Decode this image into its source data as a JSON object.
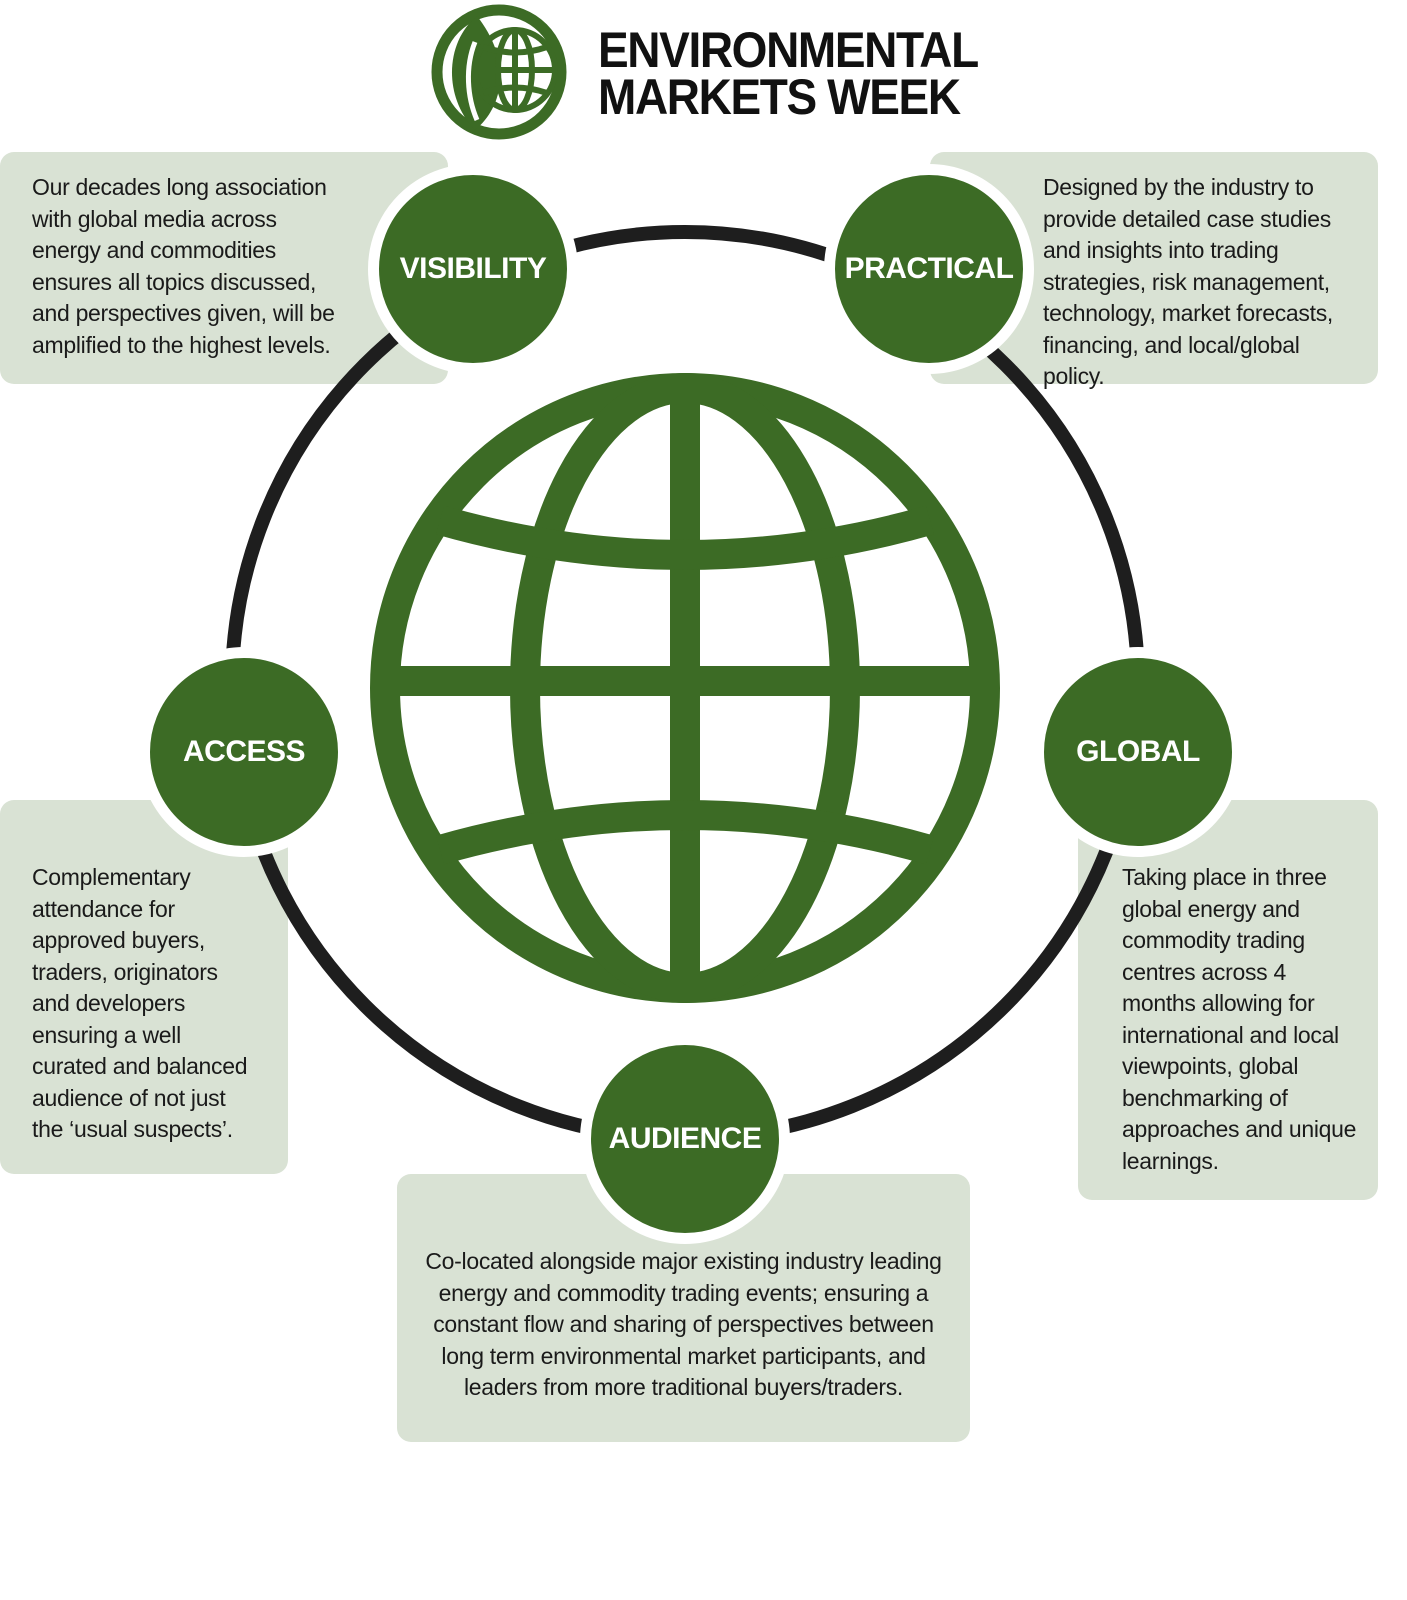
{
  "header": {
    "title_line1": "ENVIRONMENTAL",
    "title_line2": "MARKETS WEEK",
    "logo_icon": "globe-leaf-logo-icon"
  },
  "colors": {
    "brand_green": "#3c6b25",
    "box_fill": "#d9e2d4",
    "ring": "#1e1e1e"
  },
  "center_icon": "globe-icon",
  "pillars": {
    "visibility": {
      "label": "VISIBILITY",
      "text": "Our decades long association with global media across energy and commodities ensures all topics discussed, and perspectives given, will be amplified to the highest levels."
    },
    "practical": {
      "label": "PRACTICAL",
      "text": "Designed by the industry to provide detailed case studies and insights into trading strategies, risk management, technology, market forecasts, financing, and local/global policy."
    },
    "access": {
      "label": "ACCESS",
      "text": "Complementary attendance for approved buyers, traders, originators and developers ensuring a well curated and balanced audience of not just the ‘usual suspects’."
    },
    "global": {
      "label": "GLOBAL",
      "text": "Taking place in three global energy and commodity trading centres across 4 months allowing for international and local viewpoints, global benchmarking of approaches and unique learnings."
    },
    "audience": {
      "label": "AUDIENCE",
      "text": "Co-located alongside major existing industry leading energy and commodity trading events; ensuring a constant flow and sharing of perspectives between long term environmental market participants, and leaders from more traditional buyers/traders."
    }
  }
}
